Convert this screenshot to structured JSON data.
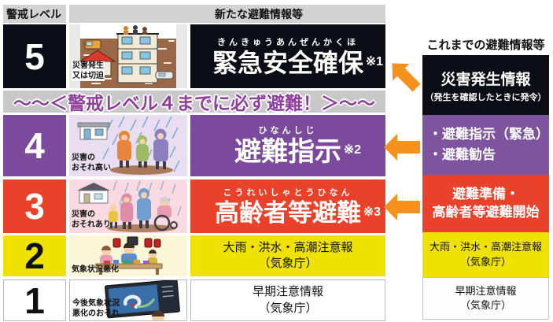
{
  "header": {
    "level_label": "警戒レベル",
    "new_info_label": "新たな避難情報等"
  },
  "band": {
    "text": "～～＜警戒レベル４までに必ず避難！＞～～"
  },
  "levels": [
    {
      "number": "5",
      "furigana": "きんきゅうあんぜんかくほ",
      "action": "緊急安全確保",
      "note": "※1",
      "caption_lines": [
        "災害発生",
        "又は切迫"
      ]
    },
    {
      "number": "4",
      "furigana": "ひなんしじ",
      "action": "避難指示",
      "note": "※2",
      "caption_lines": [
        "災害の",
        "おそれ高い"
      ]
    },
    {
      "number": "3",
      "furigana": "こうれいしゃとうひなん",
      "action": "高齢者等避難",
      "note": "※3",
      "caption_lines": [
        "災害の",
        "おそれあり"
      ]
    },
    {
      "number": "2",
      "text_lines": [
        "大雨・洪水・高潮注意報",
        "（気象庁）"
      ],
      "caption_lines": [
        "気象状況悪化"
      ]
    },
    {
      "number": "1",
      "text_lines": [
        "早期注意情報",
        "（気象庁）"
      ],
      "caption_lines": [
        "今後気象状況",
        "悪化のおそれ"
      ]
    }
  ],
  "right_panel": {
    "title": "これまでの避難情報等",
    "boxes": [
      {
        "lines": [
          "災害発生情報",
          "（発生を確認したときに発令）"
        ]
      },
      {
        "lines": [
          "・避難指示（緊急）",
          "・避難勧告"
        ]
      },
      {
        "lines": [
          "避難準備・",
          "高齢者等避難開始"
        ]
      },
      {
        "lines": [
          "大雨・洪水・高潮注意報",
          "（気象庁）"
        ]
      },
      {
        "lines": [
          "早期注意情報",
          "（気象庁）"
        ]
      }
    ]
  },
  "colors": {
    "level5": "#0d0d15",
    "level4": "#7b4a9c",
    "level3": "#e8432a",
    "level2": "#efe200",
    "arrow": "#f6911e",
    "band_text": "#8f3f9b"
  }
}
